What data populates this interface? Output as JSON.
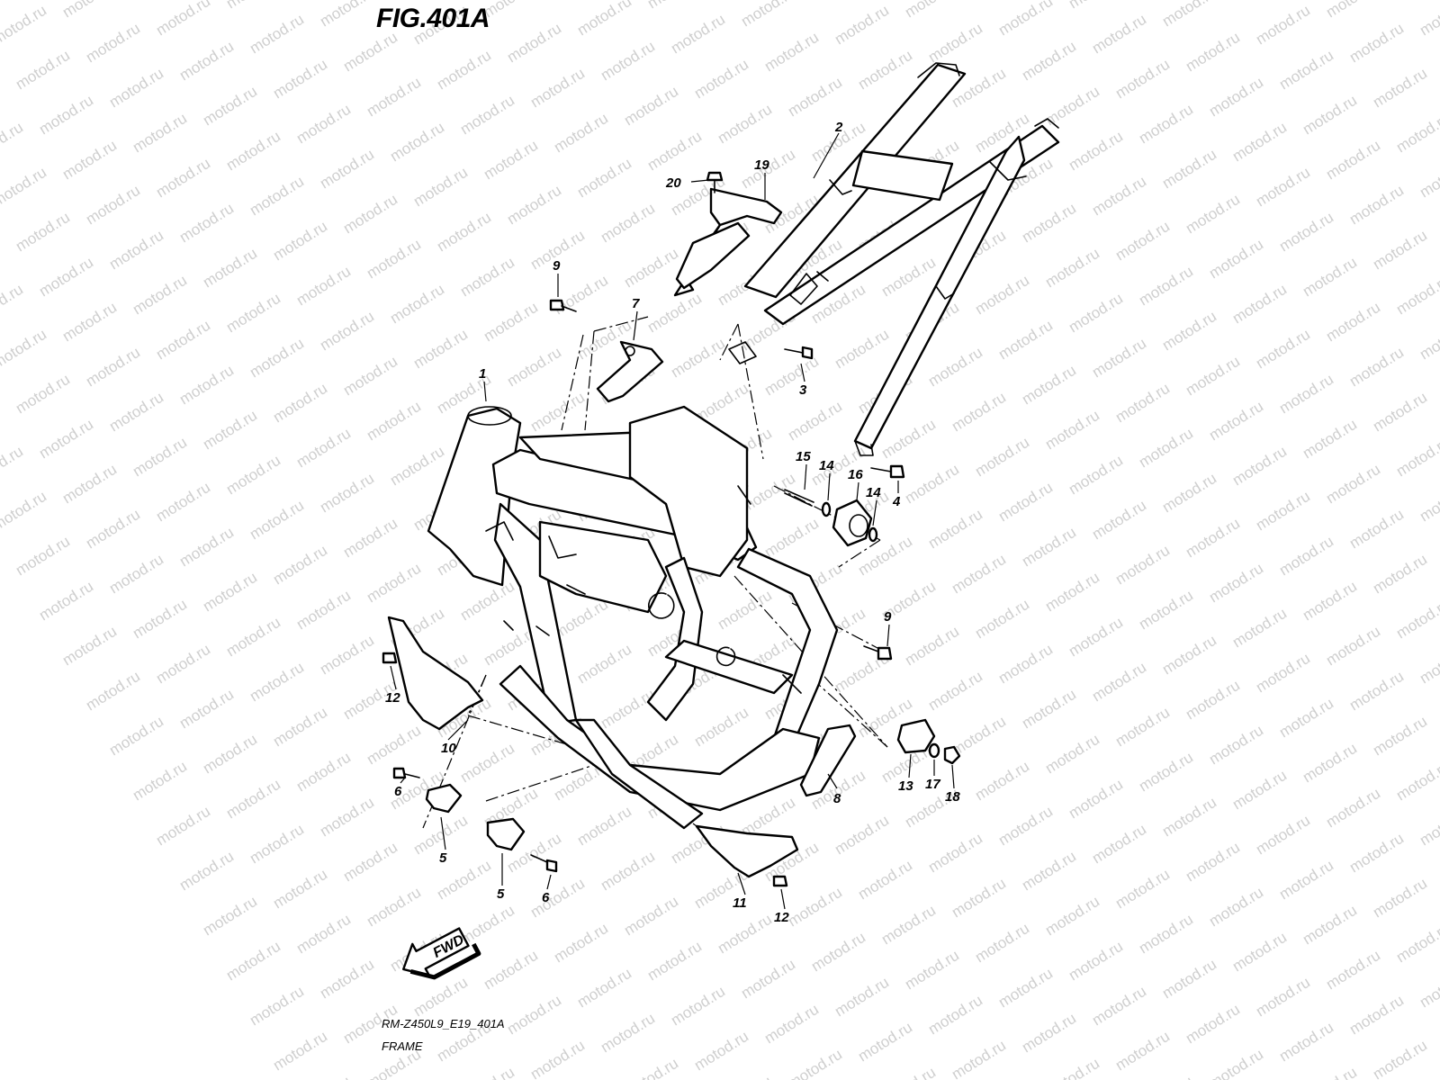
{
  "figure": {
    "title": "FIG.401A",
    "code": "RM-Z450L9_E19_401A",
    "name": "FRAME"
  },
  "watermark": {
    "text": "motod.ru",
    "color": "#cfcfcf"
  },
  "callouts": [
    {
      "id": "c1",
      "label": "1"
    },
    {
      "id": "c2",
      "label": "2"
    },
    {
      "id": "c3",
      "label": "3"
    },
    {
      "id": "c4",
      "label": "4"
    },
    {
      "id": "c5a",
      "label": "5"
    },
    {
      "id": "c5b",
      "label": "5"
    },
    {
      "id": "c6a",
      "label": "6"
    },
    {
      "id": "c6b",
      "label": "6"
    },
    {
      "id": "c7",
      "label": "7"
    },
    {
      "id": "c8",
      "label": "8"
    },
    {
      "id": "c9a",
      "label": "9"
    },
    {
      "id": "c9b",
      "label": "9"
    },
    {
      "id": "c10",
      "label": "10"
    },
    {
      "id": "c11",
      "label": "11"
    },
    {
      "id": "c12a",
      "label": "12"
    },
    {
      "id": "c12b",
      "label": "12"
    },
    {
      "id": "c13",
      "label": "13"
    },
    {
      "id": "c14a",
      "label": "14"
    },
    {
      "id": "c14b",
      "label": "14"
    },
    {
      "id": "c15",
      "label": "15"
    },
    {
      "id": "c16",
      "label": "16"
    },
    {
      "id": "c17",
      "label": "17"
    },
    {
      "id": "c18",
      "label": "18"
    },
    {
      "id": "c19",
      "label": "19"
    },
    {
      "id": "c20",
      "label": "20"
    }
  ],
  "direction_arrow": {
    "label": "FWD"
  }
}
